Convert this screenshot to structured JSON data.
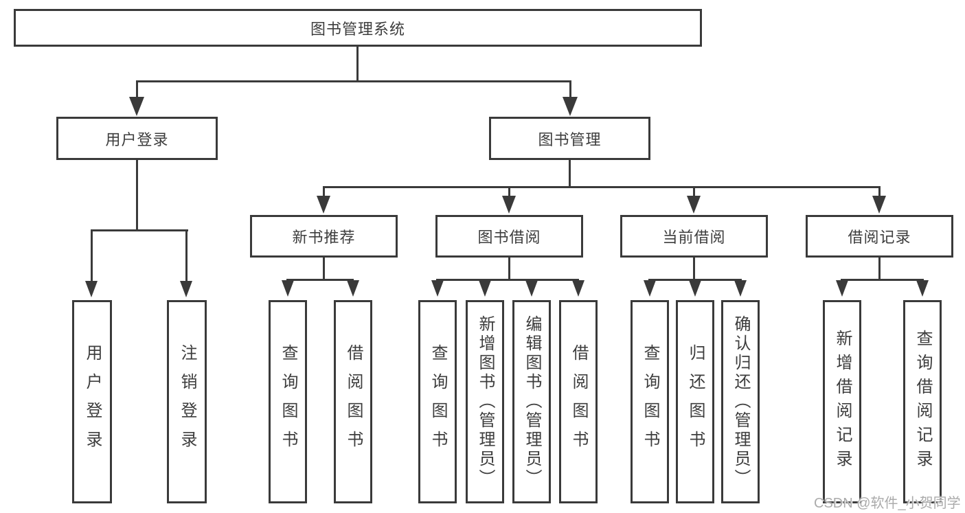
{
  "diagram": {
    "colors": {
      "line": "#3a3a3a",
      "text": "#3d3d3d",
      "watermark": "#ababab",
      "background": "#ffffff"
    },
    "root": {
      "label": "图书管理系统"
    },
    "level2": [
      {
        "label": "用户登录"
      },
      {
        "label": "图书管理"
      }
    ],
    "level3": [
      {
        "label": "新书推荐"
      },
      {
        "label": "图书借阅"
      },
      {
        "label": "当前借阅"
      },
      {
        "label": "借阅记录"
      }
    ],
    "leaves": {
      "user_login": [
        "用户登录",
        "注销登录"
      ],
      "new_book": [
        "查询图书",
        "借阅图书"
      ],
      "book_borrow": [
        "查询图书",
        "新增图书（管理员）",
        "编辑图书（管理员）",
        "借阅图书"
      ],
      "current_borrow": [
        "查询图书",
        "归还图书",
        "确认归还（管理员）"
      ],
      "borrow_record": [
        "新增借阅记录",
        "查询借阅记录"
      ]
    },
    "watermark": {
      "text": "CSDN @软件_小贺同学"
    }
  }
}
